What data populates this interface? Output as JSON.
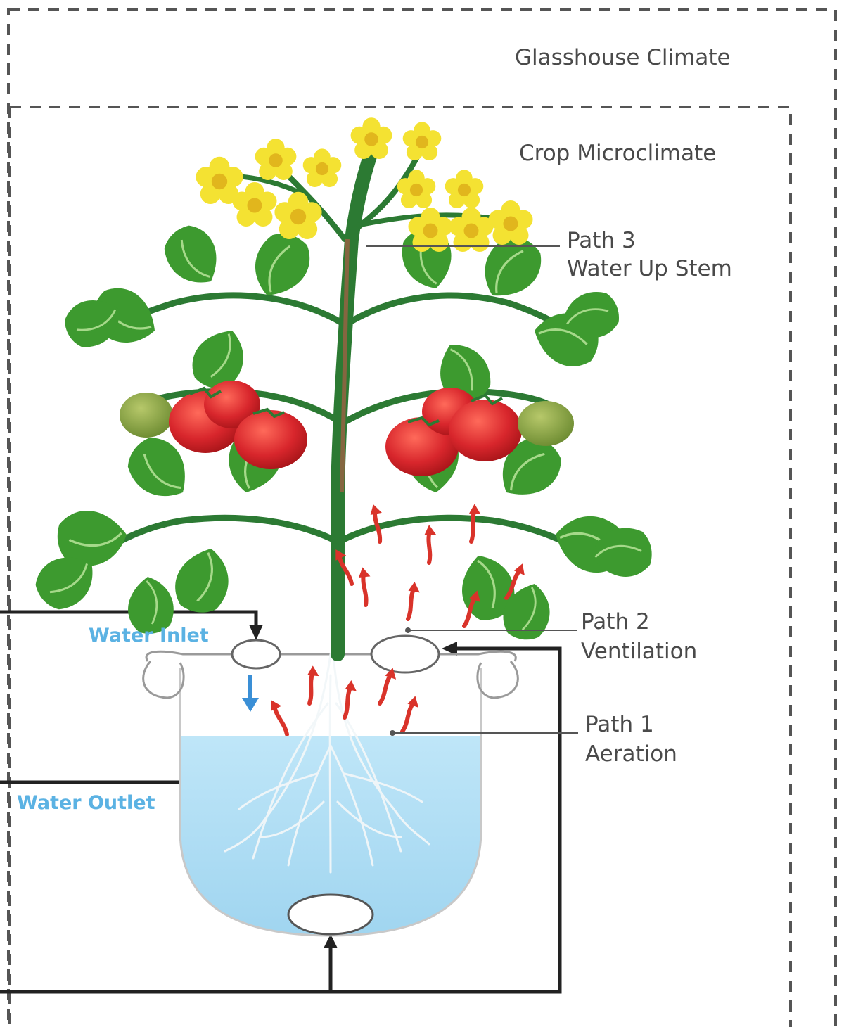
{
  "labels": {
    "glasshouse_climate": "Glasshouse Climate",
    "crop_microclimate": "Crop Microclimate",
    "path3_line1": "Path 3",
    "path3_line2": "Water Up Stem",
    "path2_line1": "Path 2",
    "path2_line2": "Ventilation",
    "path1_line1": "Path 1",
    "path1_line2": "Aeration",
    "water_inlet": "Water Inlet",
    "water_outlet": "Water Outlet"
  },
  "colors": {
    "dashed_border": "#555555",
    "label_text": "#4a4a4a",
    "water_label": "#5bb2e3",
    "water_fill": "#a9dcf4",
    "leaf": "#3d9a2f",
    "leaf_light": "#6cc04a",
    "stem": "#2c7a33",
    "tomato_red": "#d8262c",
    "tomato_green": "#7c9c3c",
    "flower": "#f4e232",
    "air_arrow": "#d9332a",
    "pipe": "#222222",
    "inlet_arrow": "#3a8fd6"
  },
  "icons": {
    "flower": "flower-icon",
    "leaf": "leaf-icon",
    "tomato": "tomato-icon",
    "air_arrow": "air-flow-arrow-icon",
    "inlet_arrow": "water-down-arrow-icon"
  }
}
